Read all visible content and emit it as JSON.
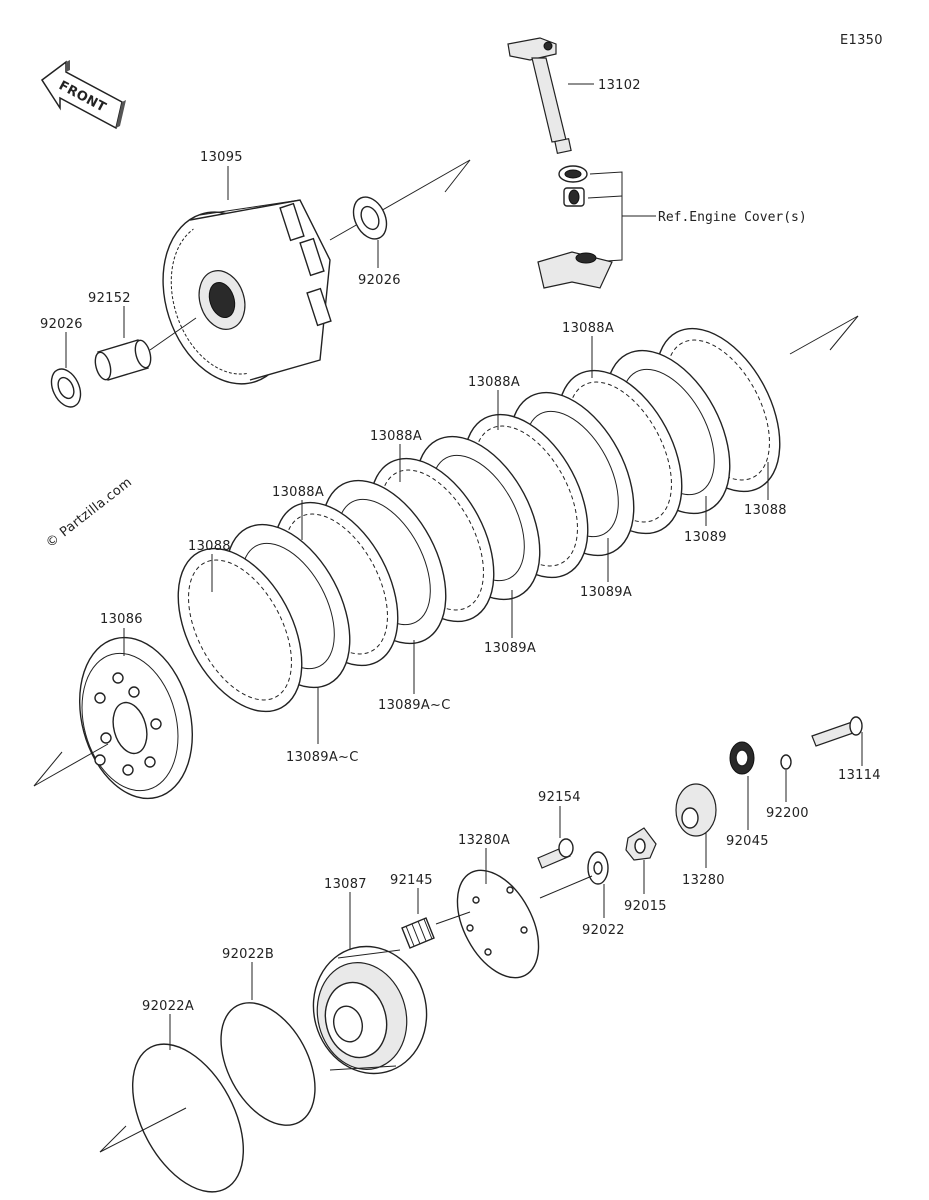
{
  "diagram_code": "E1350",
  "front_label": "FRONT",
  "watermark": "© Partzilla.com",
  "reference_note": "Ref.Engine Cover(s)",
  "parts": [
    {
      "id": "p13102",
      "label": "13102"
    },
    {
      "id": "p13095",
      "label": "13095"
    },
    {
      "id": "p92026a",
      "label": "92026"
    },
    {
      "id": "p92152",
      "label": "92152"
    },
    {
      "id": "p92026b",
      "label": "92026"
    },
    {
      "id": "p13088a1",
      "label": "13088A"
    },
    {
      "id": "p13088a2",
      "label": "13088A"
    },
    {
      "id": "p13088a3",
      "label": "13088A"
    },
    {
      "id": "p13088a4",
      "label": "13088A"
    },
    {
      "id": "p13088top",
      "label": "13088"
    },
    {
      "id": "p13088bot",
      "label": "13088"
    },
    {
      "id": "p13089",
      "label": "13089"
    },
    {
      "id": "p13089a1",
      "label": "13089A"
    },
    {
      "id": "p13089a2",
      "label": "13089A"
    },
    {
      "id": "p13089ac1",
      "label": "13089A~C"
    },
    {
      "id": "p13089ac2",
      "label": "13089A~C"
    },
    {
      "id": "p13086",
      "label": "13086"
    },
    {
      "id": "p13114",
      "label": "13114"
    },
    {
      "id": "p92200",
      "label": "92200"
    },
    {
      "id": "p92045",
      "label": "92045"
    },
    {
      "id": "p13280",
      "label": "13280"
    },
    {
      "id": "p92015",
      "label": "92015"
    },
    {
      "id": "p92154",
      "label": "92154"
    },
    {
      "id": "p13280a",
      "label": "13280A"
    },
    {
      "id": "p92022",
      "label": "92022"
    },
    {
      "id": "p92145",
      "label": "92145"
    },
    {
      "id": "p13087",
      "label": "13087"
    },
    {
      "id": "p92022b",
      "label": "92022B"
    },
    {
      "id": "p92022a",
      "label": "92022A"
    }
  ]
}
